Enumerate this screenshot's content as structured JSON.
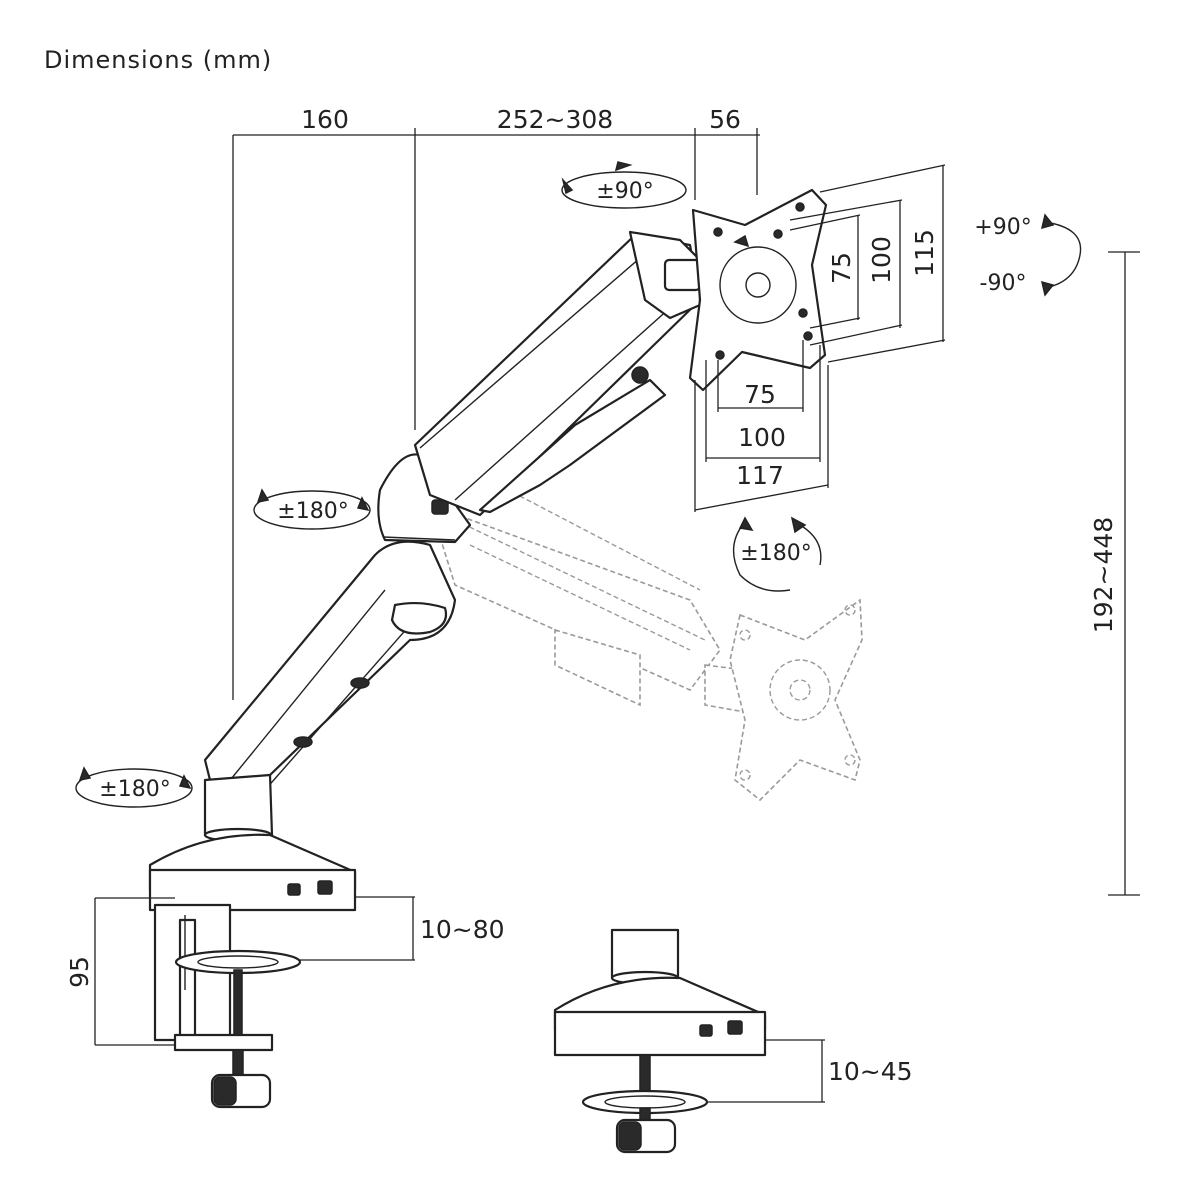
{
  "title": "Dimensions (mm)",
  "dimensions": {
    "arm_base_offset": "160",
    "arm_reach": "252~308",
    "head_depth": "56",
    "vesa_v_75": "75",
    "vesa_v_100": "100",
    "plate_height": "115",
    "vesa_h_75": "75",
    "vesa_h_100": "100",
    "plate_width": "117",
    "height_range": "192~448",
    "clamp_height": "95",
    "clamp_desk_range": "10~80",
    "grommet_desk_range": "10~45"
  },
  "rotations": {
    "plate_swivel": "±90°",
    "tilt_up": "+90°",
    "tilt_down": "-90°",
    "plate_rotation": "±180°",
    "elbow_swivel": "±180°",
    "base_swivel": "±180°"
  }
}
